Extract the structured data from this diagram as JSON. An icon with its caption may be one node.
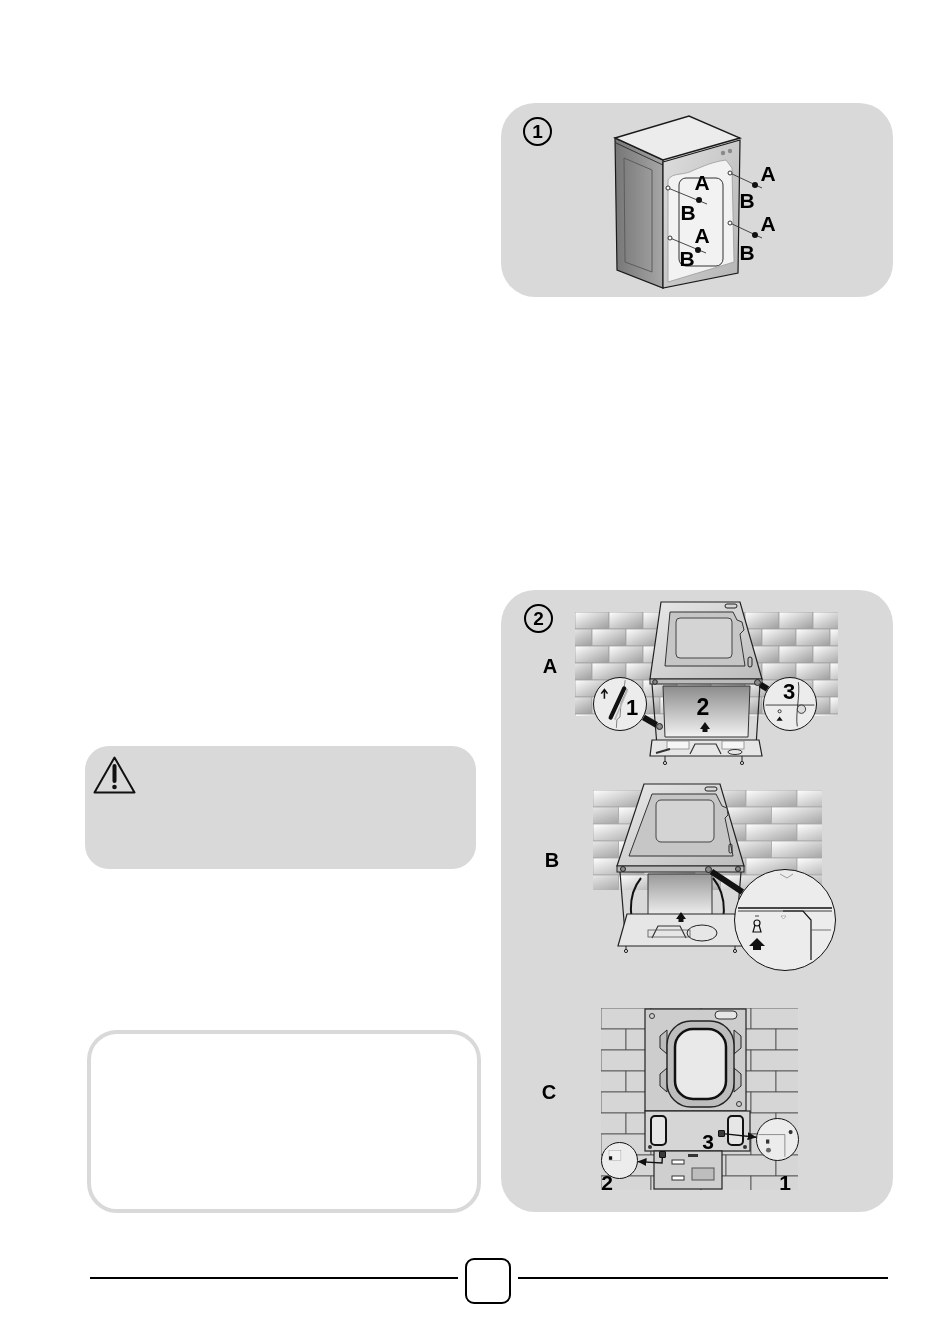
{
  "diagram": {
    "nodes": [
      {
        "text": [],
        "shape": "box"
      },
      {
        "text": [
          "1"
        ],
        "in": 0
      },
      {
        "text": [],
        "shape": "box"
      },
      {
        "text": [
          "2"
        ],
        "in": 2
      },
      {
        "text": [
          "1"
        ],
        "in": 2
      },
      {
        "text": [
          "3"
        ],
        "in": 2
      },
      {
        "text": [],
        "shape": "circle",
        "in": 2
      },
      {
        "text": [],
        "shape": "circle",
        "in": 2
      },
      {
        "text": [],
        "shape": "circle",
        "in": 2
      },
      {
        "text": [],
        "shape": "circle",
        "in": 2
      },
      {
        "text": [],
        "shape": "box",
        "in": 2
      },
      {
        "text": [],
        "shape": "box",
        "in": 2
      },
      {
        "text": [],
        "shape": "circle",
        "in": 2,
        "beside": [
          "2"
        ]
      },
      {
        "text": [],
        "shape": "circle",
        "in": 2,
        "beside": [
          "1"
        ]
      },
      {
        "text": [],
        "shape": "box"
      },
      {
        "text": [],
        "shape": "box"
      },
      {
        "text": [],
        "shape": "box"
      }
    ],
    "edges": [
      {
        "from": 4,
        "to": 6,
        "arrow": "none"
      },
      {
        "from": 5,
        "to": 7,
        "arrow": "none"
      },
      {
        "from": 8,
        "to": 9,
        "arrow": "none"
      },
      {
        "from": 10,
        "to": 12,
        "arrow": "to"
      },
      {
        "from": 11,
        "to": 13,
        "arrow": "to"
      }
    ],
    "labels": [
      "A",
      "B",
      "A",
      "B",
      "A",
      "B",
      "A",
      "B",
      "A",
      "2",
      "B",
      "C",
      "3"
    ]
  }
}
